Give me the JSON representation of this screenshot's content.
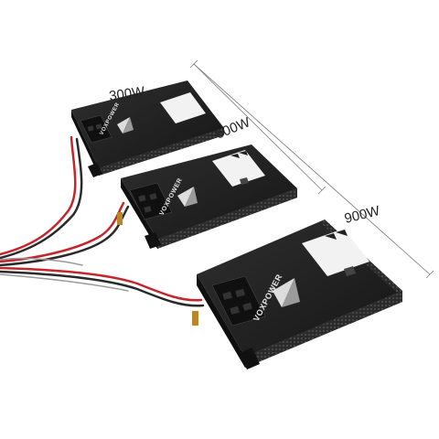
{
  "brand": "VOXPOWER",
  "products": [
    {
      "id": "small",
      "wattage_label": "300W"
    },
    {
      "id": "medium",
      "wattage_label": "600W"
    },
    {
      "id": "large",
      "wattage_label": "900W"
    }
  ],
  "colors": {
    "background": "#ffffff",
    "housing": "#1b1b1c",
    "housing_top": "#262627",
    "mesh": "#3a3a3a",
    "label": "#f2f2f2",
    "wire_red": "#c5262b",
    "wire_black": "#2a2a2a",
    "dimension_line": "#777777"
  },
  "icons": [
    "logo-chevron-icon",
    "wire-harness"
  ]
}
